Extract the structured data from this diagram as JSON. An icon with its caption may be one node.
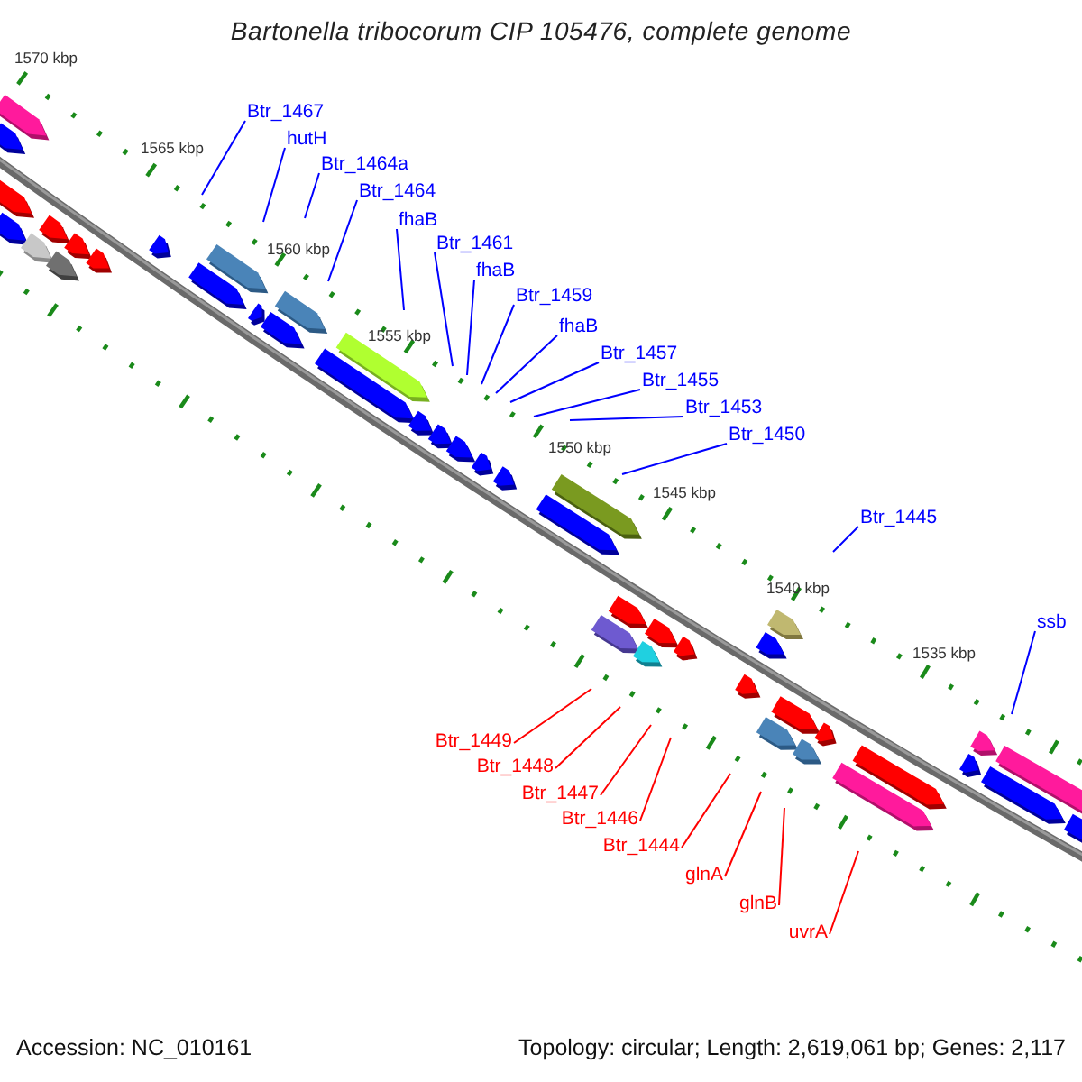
{
  "diagram": {
    "title": "Bartonella tribocorum CIP 105476, complete genome",
    "nodes": [
      {
        "text": [
          "Btr_1467"
        ]
      },
      {
        "text": [
          "hutH"
        ]
      },
      {
        "text": [
          "Btr_1464a"
        ]
      },
      {
        "text": [
          "Btr_1464"
        ]
      },
      {
        "text": [
          "fhaB"
        ]
      },
      {
        "text": [
          "Btr_1461"
        ]
      },
      {
        "text": [
          "fhaB"
        ]
      },
      {
        "text": [
          "Btr_1459"
        ]
      },
      {
        "text": [
          "fhaB"
        ]
      },
      {
        "text": [
          "Btr_1457"
        ]
      },
      {
        "text": [
          "Btr_1455"
        ]
      },
      {
        "text": [
          "Btr_1453"
        ]
      },
      {
        "text": [
          "Btr_1450"
        ]
      },
      {
        "text": [
          "Btr_1445"
        ]
      },
      {
        "text": [
          "ssb"
        ]
      },
      {
        "text": [
          "Btr_1449"
        ]
      },
      {
        "text": [
          "Btr_1448"
        ]
      },
      {
        "text": [
          "Btr_1447"
        ]
      },
      {
        "text": [
          "Btr_1446"
        ]
      },
      {
        "text": [
          "Btr_1444"
        ]
      },
      {
        "text": [
          "glnA"
        ]
      },
      {
        "text": [
          "glnB"
        ]
      },
      {
        "text": [
          "uvrA"
        ]
      }
    ],
    "edges": [
      {
        "from": 0,
        "to": null,
        "arrow": "none"
      },
      {
        "from": 1,
        "to": null,
        "arrow": "none"
      },
      {
        "from": 2,
        "to": null,
        "arrow": "none"
      },
      {
        "from": 3,
        "to": null,
        "arrow": "none"
      },
      {
        "from": 4,
        "to": null,
        "arrow": "none"
      },
      {
        "from": 5,
        "to": null,
        "arrow": "none"
      },
      {
        "from": 6,
        "to": null,
        "arrow": "none"
      },
      {
        "from": 7,
        "to": null,
        "arrow": "none"
      },
      {
        "from": 8,
        "to": null,
        "arrow": "none"
      },
      {
        "from": 9,
        "to": null,
        "arrow": "none"
      },
      {
        "from": 10,
        "to": null,
        "arrow": "none"
      },
      {
        "from": 11,
        "to": null,
        "arrow": "none"
      },
      {
        "from": 12,
        "to": null,
        "arrow": "none"
      },
      {
        "from": 13,
        "to": null,
        "arrow": "none"
      },
      {
        "from": 14,
        "to": null,
        "arrow": "none"
      },
      {
        "from": 15,
        "to": null,
        "arrow": "none",
        "color": "#ff0000"
      },
      {
        "from": 16,
        "to": null,
        "arrow": "none",
        "color": "#ff0000"
      },
      {
        "from": 17,
        "to": null,
        "arrow": "none",
        "color": "#ff0000"
      },
      {
        "from": 18,
        "to": null,
        "arrow": "none",
        "color": "#ff0000"
      },
      {
        "from": 19,
        "to": null,
        "arrow": "none",
        "color": "#ff0000"
      },
      {
        "from": 20,
        "to": null,
        "arrow": "none",
        "color": "#ff0000"
      },
      {
        "from": 21,
        "to": null,
        "arrow": "none",
        "color": "#ff0000"
      },
      {
        "from": 22,
        "to": null,
        "arrow": "none",
        "color": "#ff0000"
      }
    ],
    "labels": [
      "1570 kbp",
      "1565 kbp",
      "1560 kbp",
      "1555 kbp",
      "1550 kbp",
      "1545 kbp",
      "1540 kbp",
      "1535 kbp",
      "Accession: NC_010161",
      "Topology: circular; Length: 2,619,061 bp; Genes: 2,117"
    ]
  }
}
